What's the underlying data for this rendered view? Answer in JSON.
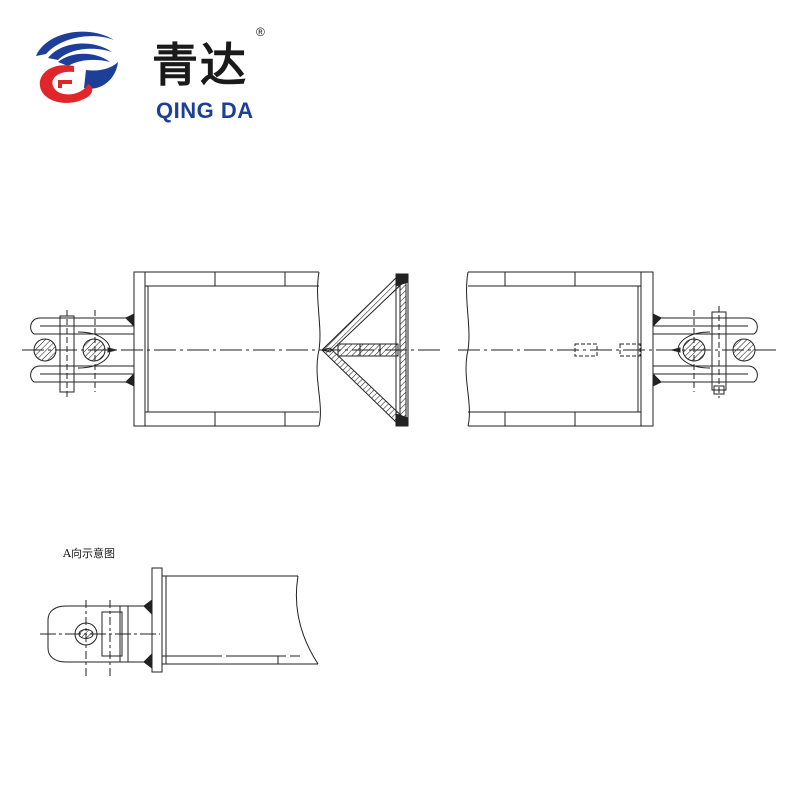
{
  "brand": {
    "name_cn": "青达",
    "name_en": "QING DA",
    "registered_mark": "®",
    "colors": {
      "blue": "#1e3f99",
      "red": "#e0262a",
      "text": "#1a1a1a"
    }
  },
  "drawing": {
    "line_color": "#222222",
    "detail_view_label": "A向示意图"
  }
}
